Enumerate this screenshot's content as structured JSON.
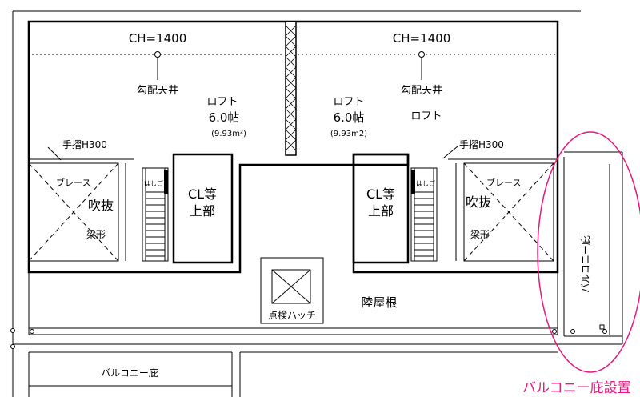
{
  "rooms": {
    "left": {
      "ceiling_height": "CH=1400",
      "sloped_ceiling": "勾配天井",
      "name": "ロフト",
      "size": "6.0帖",
      "area": "(9.93m²)",
      "handrail": "手摺H300",
      "brace": "ブレース",
      "void": "吹抜",
      "beam": "梁形",
      "ladder": "はしご",
      "closet_line1": "CL等",
      "closet_line2": "上部"
    },
    "right": {
      "ceiling_height": "CH=1400",
      "sloped_ceiling": "勾配天井",
      "name": "ロフト",
      "size": "6.0帖",
      "area": "(9.93m2)",
      "extra_label": "ロフト",
      "handrail": "手摺H300",
      "brace": "ブレース",
      "void": "吹抜",
      "beam": "梁形",
      "ladder": "はしご",
      "closet_line1": "CL等",
      "closet_line2": "上部"
    }
  },
  "roof": {
    "flat_roof": "陸屋根",
    "inspection_hatch": "点検ハッチ"
  },
  "balcony": {
    "right_label": "バルコニー庇",
    "bottom_label": "バルコニー庇"
  },
  "annotation": {
    "text": "バルコニー庇設置",
    "color": "#e8197d"
  }
}
